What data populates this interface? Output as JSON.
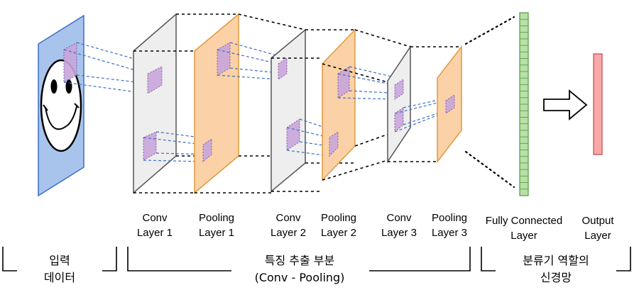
{
  "layers": [
    {
      "line1": "Conv",
      "line2": "Layer 1"
    },
    {
      "line1": "Pooling",
      "line2": "Layer 1"
    },
    {
      "line1": "Conv",
      "line2": "Layer 2"
    },
    {
      "line1": "Pooling",
      "line2": "Layer 2"
    },
    {
      "line1": "Conv",
      "line2": "Layer 3"
    },
    {
      "line1": "Pooling",
      "line2": "Layer 3"
    },
    {
      "line1": "Fully Connected",
      "line2": "Layer"
    },
    {
      "line1": "Output",
      "line2": "Layer"
    }
  ],
  "sections": {
    "input": {
      "line1": "입력",
      "line2": "데이터"
    },
    "feature": {
      "line1": "특징 추출 부분",
      "line2": "(Conv - Pooling)"
    },
    "classifier": {
      "line1": "분류기 역할의",
      "line2": "신경망"
    }
  },
  "colors": {
    "input_plane": "#a9c4ec",
    "conv_plane": "#eeeeee",
    "pooling_plane": "#fbd1a8",
    "fc_layer": "#b8e0a8",
    "output_layer": "#f7a9a9"
  }
}
